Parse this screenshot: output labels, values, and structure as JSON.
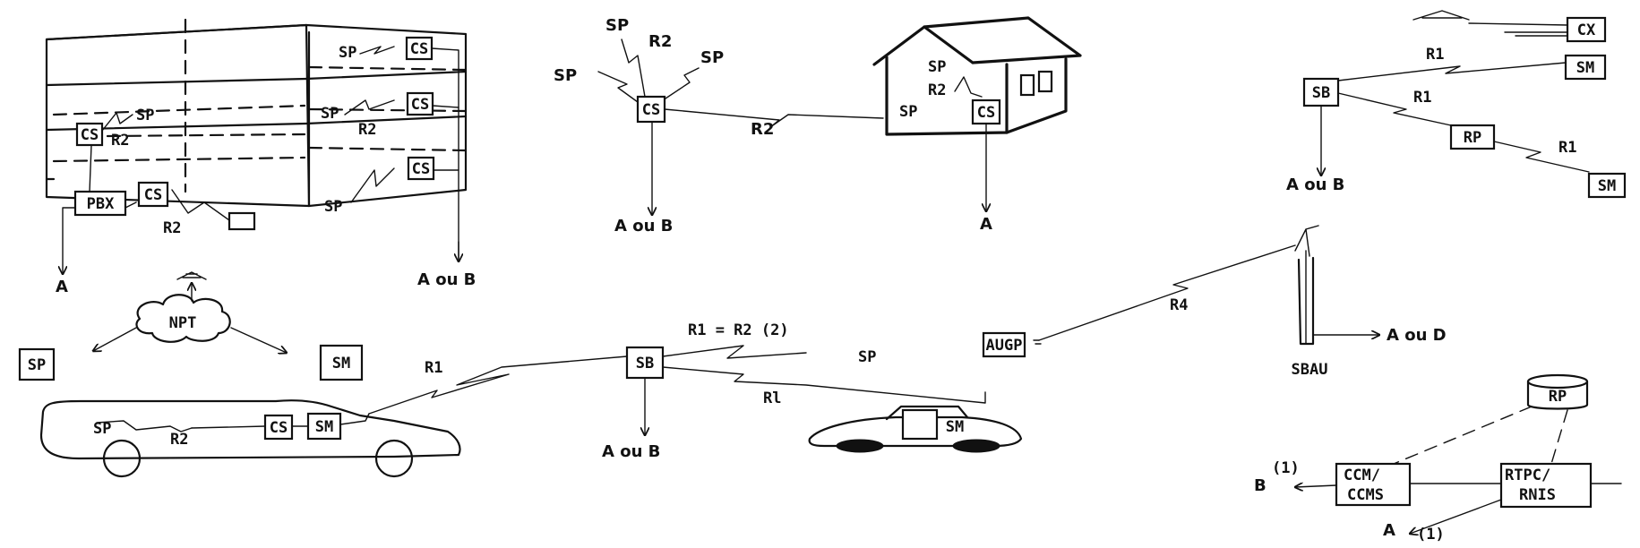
{
  "labels": {
    "sp": "SP",
    "cs": "CS",
    "sm": "SM",
    "sb": "SB",
    "rp": "RP",
    "cx": "CX",
    "pbx": "PBX",
    "npt": "NPT",
    "augp": "AUGP",
    "sbau": "SBAU",
    "r1": "R1",
    "r1_lower": "Rl",
    "r2": "R2",
    "r4": "R4",
    "r1_eq_r2": "R1 = R2 (2)",
    "a": "A",
    "b": "B",
    "a_ou_b": "A ou B",
    "a_ou_d": "A ou D",
    "ccm_line1": "CCM/",
    "ccm_line2": "CCMS",
    "rtpc_line1": "RTPC/",
    "rtpc_line2": "RNIS",
    "note1": "(1)"
  }
}
